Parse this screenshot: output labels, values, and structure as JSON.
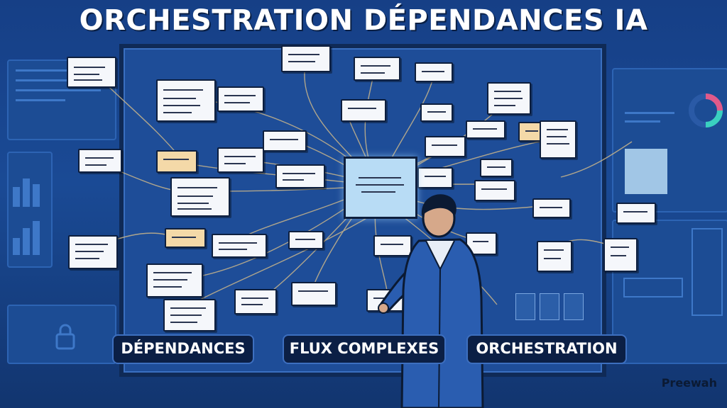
{
  "title": "ORCHESTRATION DÉPENDANCES IA",
  "labels": [
    "DÉPENDANCES",
    "FLUX COMPLEXES",
    "ORCHESTRATION"
  ],
  "brand": "Preewah",
  "colors": {
    "background": "#163f86",
    "board": "#1e4d98",
    "pill": "#0b1f45",
    "note": "#f5f7fb",
    "note_orange": "#f4d9a8",
    "center_card": "#b8dcf5",
    "connection": "#c9b58a"
  },
  "icons": [
    "bar-chart-icon",
    "donut-chart-icon",
    "lock-icon",
    "gear-icon",
    "person-figure"
  ]
}
